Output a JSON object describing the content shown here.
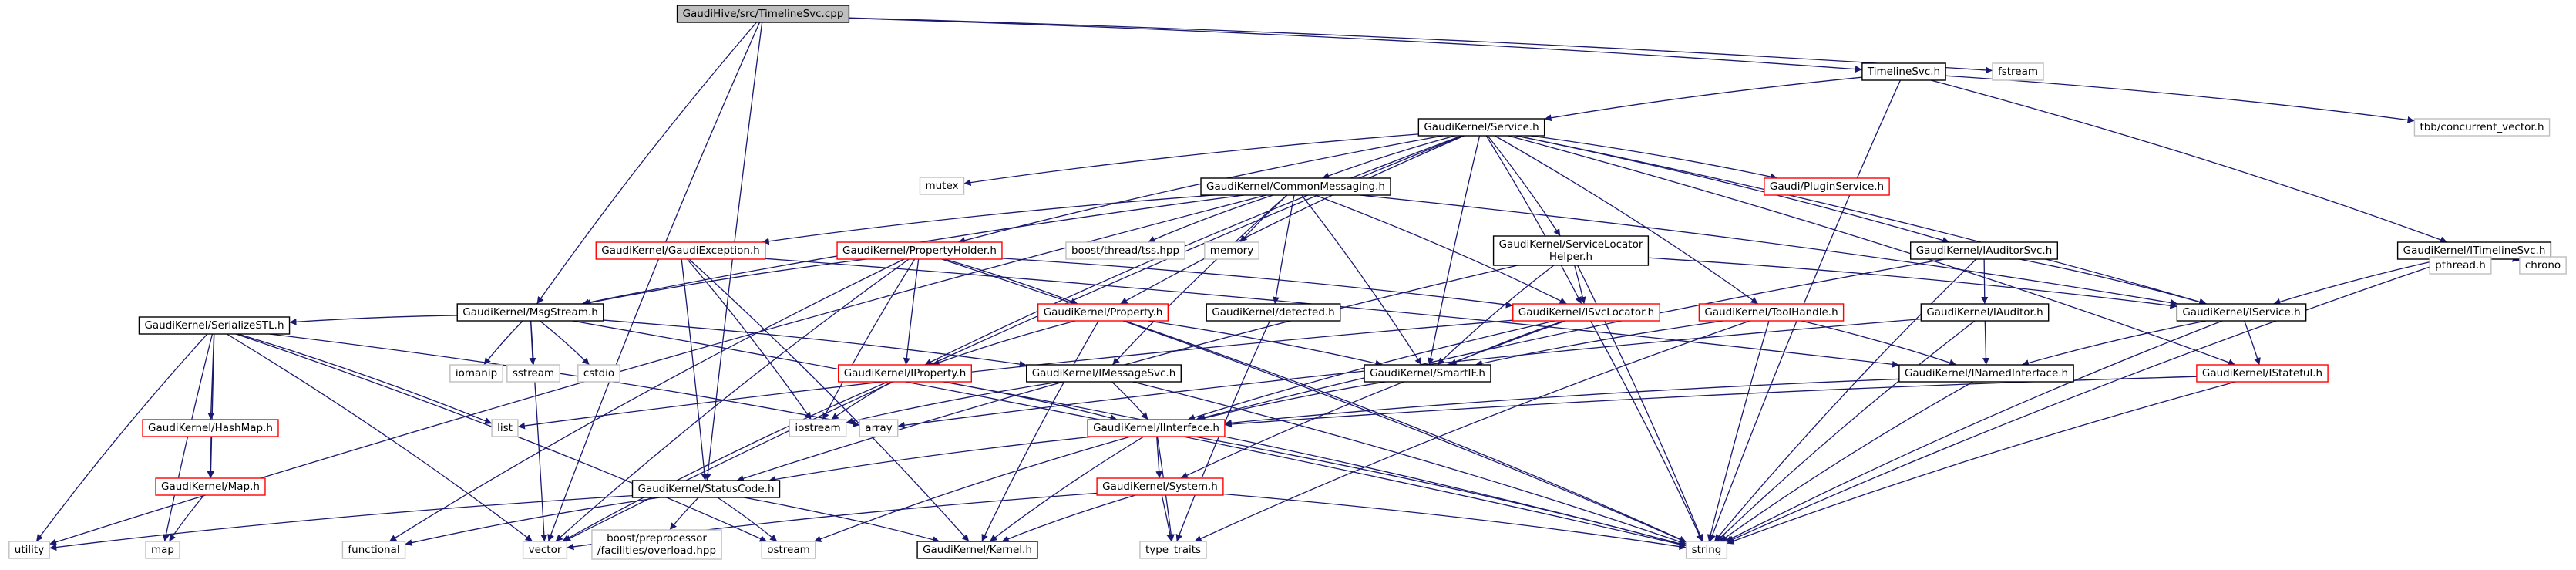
{
  "diagram": {
    "colors": {
      "edge": "#191970",
      "root_fill": "#bfbfbf",
      "node_border": "#000000",
      "incomplete_border": "#ff0000",
      "external_border": "#bfbfbf",
      "text": "#000000"
    },
    "nodes": [
      {
        "id": "root",
        "lines": [
          "GaudiHive/src/TimelineSvc.cpp"
        ],
        "style": "root"
      },
      {
        "id": "timelinesvc_h",
        "lines": [
          "TimelineSvc.h"
        ],
        "style": "normal"
      },
      {
        "id": "fstream",
        "lines": [
          "fstream"
        ],
        "style": "external"
      },
      {
        "id": "service_h",
        "lines": [
          "GaudiKernel/Service.h"
        ],
        "style": "normal"
      },
      {
        "id": "tbb_cv",
        "lines": [
          "tbb/concurrent_vector.h"
        ],
        "style": "external"
      },
      {
        "id": "itimelinesvc_h",
        "lines": [
          "GaudiKernel/ITimelineSvc.h"
        ],
        "style": "normal"
      },
      {
        "id": "mutex",
        "lines": [
          "mutex"
        ],
        "style": "external"
      },
      {
        "id": "commonmessaging_h",
        "lines": [
          "GaudiKernel/CommonMessaging.h"
        ],
        "style": "normal"
      },
      {
        "id": "pluginservice_h",
        "lines": [
          "Gaudi/PluginService.h"
        ],
        "style": "incomplete"
      },
      {
        "id": "boost_tss",
        "lines": [
          "boost/thread/tss.hpp"
        ],
        "style": "external"
      },
      {
        "id": "memory",
        "lines": [
          "memory"
        ],
        "style": "external"
      },
      {
        "id": "gaudiexception_h",
        "lines": [
          "GaudiKernel/GaudiException.h"
        ],
        "style": "incomplete"
      },
      {
        "id": "propertyholder_h",
        "lines": [
          "GaudiKernel/PropertyHolder.h"
        ],
        "style": "incomplete"
      },
      {
        "id": "servicelocatorhelper_h",
        "lines": [
          "GaudiKernel/ServiceLocator",
          "Helper.h"
        ],
        "style": "normal"
      },
      {
        "id": "iauditorsvc_h",
        "lines": [
          "GaudiKernel/IAuditorSvc.h"
        ],
        "style": "normal"
      },
      {
        "id": "pthread",
        "lines": [
          "pthread.h"
        ],
        "style": "external"
      },
      {
        "id": "chrono",
        "lines": [
          "chrono"
        ],
        "style": "external"
      },
      {
        "id": "msgstream_h",
        "lines": [
          "GaudiKernel/MsgStream.h"
        ],
        "style": "normal"
      },
      {
        "id": "property_h",
        "lines": [
          "GaudiKernel/Property.h"
        ],
        "style": "incomplete"
      },
      {
        "id": "detected_h",
        "lines": [
          "GaudiKernel/detected.h"
        ],
        "style": "normal"
      },
      {
        "id": "isvclocator_h",
        "lines": [
          "GaudiKernel/ISvcLocator.h"
        ],
        "style": "incomplete"
      },
      {
        "id": "toolhandle_h",
        "lines": [
          "GaudiKernel/ToolHandle.h"
        ],
        "style": "incomplete"
      },
      {
        "id": "iauditor_h",
        "lines": [
          "GaudiKernel/IAuditor.h"
        ],
        "style": "normal"
      },
      {
        "id": "iservice_h",
        "lines": [
          "GaudiKernel/IService.h"
        ],
        "style": "normal"
      },
      {
        "id": "serializestl_h",
        "lines": [
          "GaudiKernel/SerializeSTL.h"
        ],
        "style": "normal"
      },
      {
        "id": "iomanip",
        "lines": [
          "iomanip"
        ],
        "style": "external"
      },
      {
        "id": "sstream",
        "lines": [
          "sstream"
        ],
        "style": "external"
      },
      {
        "id": "cstdio",
        "lines": [
          "cstdio"
        ],
        "style": "external"
      },
      {
        "id": "iproperty_h",
        "lines": [
          "GaudiKernel/IProperty.h"
        ],
        "style": "incomplete"
      },
      {
        "id": "imessagesvc_h",
        "lines": [
          "GaudiKernel/IMessageSvc.h"
        ],
        "style": "normal"
      },
      {
        "id": "smartif_h",
        "lines": [
          "GaudiKernel/SmartIF.h"
        ],
        "style": "normal"
      },
      {
        "id": "inamedinterface_h",
        "lines": [
          "GaudiKernel/INamedInterface.h"
        ],
        "style": "normal"
      },
      {
        "id": "istateful_h",
        "lines": [
          "GaudiKernel/IStateful.h"
        ],
        "style": "incomplete"
      },
      {
        "id": "hashmap_h",
        "lines": [
          "GaudiKernel/HashMap.h"
        ],
        "style": "incomplete"
      },
      {
        "id": "list",
        "lines": [
          "list"
        ],
        "style": "external"
      },
      {
        "id": "array",
        "lines": [
          "array"
        ],
        "style": "external"
      },
      {
        "id": "iostream",
        "lines": [
          "iostream"
        ],
        "style": "external"
      },
      {
        "id": "iinterface_h",
        "lines": [
          "GaudiKernel/IInterface.h"
        ],
        "style": "incomplete"
      },
      {
        "id": "map_h",
        "lines": [
          "GaudiKernel/Map.h"
        ],
        "style": "incomplete"
      },
      {
        "id": "statuscode_h",
        "lines": [
          "GaudiKernel/StatusCode.h"
        ],
        "style": "normal"
      },
      {
        "id": "system_h",
        "lines": [
          "GaudiKernel/System.h"
        ],
        "style": "incomplete"
      },
      {
        "id": "utility",
        "lines": [
          "utility"
        ],
        "style": "external"
      },
      {
        "id": "map",
        "lines": [
          "map"
        ],
        "style": "external"
      },
      {
        "id": "functional",
        "lines": [
          "functional"
        ],
        "style": "external"
      },
      {
        "id": "vector",
        "lines": [
          "vector"
        ],
        "style": "external"
      },
      {
        "id": "boost_overload",
        "lines": [
          "boost/preprocessor",
          "/facilities/overload.hpp"
        ],
        "style": "external"
      },
      {
        "id": "ostream",
        "lines": [
          "ostream"
        ],
        "style": "external"
      },
      {
        "id": "kernel_h",
        "lines": [
          "GaudiKernel/Kernel.h"
        ],
        "style": "normal"
      },
      {
        "id": "type_traits",
        "lines": [
          "type_traits"
        ],
        "style": "external"
      },
      {
        "id": "string",
        "lines": [
          "string"
        ],
        "style": "external"
      }
    ],
    "edges": [
      [
        "root",
        "timelinesvc_h"
      ],
      [
        "root",
        "fstream"
      ],
      [
        "root",
        "msgstream_h"
      ],
      [
        "root",
        "statuscode_h"
      ],
      [
        "root",
        "vector"
      ],
      [
        "timelinesvc_h",
        "service_h"
      ],
      [
        "timelinesvc_h",
        "tbb_cv"
      ],
      [
        "timelinesvc_h",
        "itimelinesvc_h"
      ],
      [
        "timelinesvc_h",
        "string"
      ],
      [
        "service_h",
        "mutex"
      ],
      [
        "service_h",
        "commonmessaging_h"
      ],
      [
        "service_h",
        "pluginservice_h"
      ],
      [
        "service_h",
        "propertyholder_h"
      ],
      [
        "service_h",
        "property_h"
      ],
      [
        "service_h",
        "iproperty_h"
      ],
      [
        "service_h",
        "servicelocatorhelper_h"
      ],
      [
        "service_h",
        "iauditorsvc_h"
      ],
      [
        "service_h",
        "isvclocator_h"
      ],
      [
        "service_h",
        "toolhandle_h"
      ],
      [
        "service_h",
        "smartif_h"
      ],
      [
        "service_h",
        "iservice_h"
      ],
      [
        "service_h",
        "istateful_h"
      ],
      [
        "service_h",
        "vector"
      ],
      [
        "itimelinesvc_h",
        "iservice_h"
      ],
      [
        "itimelinesvc_h",
        "pthread"
      ],
      [
        "itimelinesvc_h",
        "chrono"
      ],
      [
        "itimelinesvc_h",
        "string"
      ],
      [
        "commonmessaging_h",
        "boost_tss"
      ],
      [
        "commonmessaging_h",
        "memory"
      ],
      [
        "commonmessaging_h",
        "gaudiexception_h"
      ],
      [
        "commonmessaging_h",
        "msgstream_h"
      ],
      [
        "commonmessaging_h",
        "detected_h"
      ],
      [
        "commonmessaging_h",
        "isvclocator_h"
      ],
      [
        "commonmessaging_h",
        "imessagesvc_h"
      ],
      [
        "commonmessaging_h",
        "smartif_h"
      ],
      [
        "commonmessaging_h",
        "iservice_h"
      ],
      [
        "commonmessaging_h",
        "utility"
      ],
      [
        "gaudiexception_h",
        "statuscode_h"
      ],
      [
        "gaudiexception_h",
        "iostream"
      ],
      [
        "gaudiexception_h",
        "kernel_h"
      ],
      [
        "gaudiexception_h",
        "inamedinterface_h"
      ],
      [
        "propertyholder_h",
        "msgstream_h"
      ],
      [
        "propertyholder_h",
        "property_h"
      ],
      [
        "propertyholder_h",
        "iproperty_h"
      ],
      [
        "propertyholder_h",
        "isvclocator_h"
      ],
      [
        "propertyholder_h",
        "iostream"
      ],
      [
        "propertyholder_h",
        "vector"
      ],
      [
        "propertyholder_h",
        "functional"
      ],
      [
        "propertyholder_h",
        "string"
      ],
      [
        "servicelocatorhelper_h",
        "isvclocator_h"
      ],
      [
        "servicelocatorhelper_h",
        "smartif_h"
      ],
      [
        "servicelocatorhelper_h",
        "iservice_h"
      ],
      [
        "servicelocatorhelper_h",
        "statuscode_h"
      ],
      [
        "servicelocatorhelper_h",
        "string"
      ],
      [
        "iauditorsvc_h",
        "iauditor_h"
      ],
      [
        "iauditorsvc_h",
        "iservice_h"
      ],
      [
        "iauditorsvc_h",
        "string"
      ],
      [
        "iauditorsvc_h",
        "iinterface_h"
      ],
      [
        "msgstream_h",
        "serializestl_h"
      ],
      [
        "msgstream_h",
        "iomanip"
      ],
      [
        "msgstream_h",
        "sstream"
      ],
      [
        "msgstream_h",
        "cstdio"
      ],
      [
        "msgstream_h",
        "imessagesvc_h"
      ],
      [
        "msgstream_h",
        "vector"
      ],
      [
        "msgstream_h",
        "string"
      ],
      [
        "property_h",
        "iproperty_h"
      ],
      [
        "property_h",
        "smartif_h"
      ],
      [
        "property_h",
        "kernel_h"
      ],
      [
        "property_h",
        "string"
      ],
      [
        "detected_h",
        "type_traits"
      ],
      [
        "isvclocator_h",
        "smartif_h"
      ],
      [
        "isvclocator_h",
        "iinterface_h"
      ],
      [
        "isvclocator_h",
        "system_h"
      ],
      [
        "isvclocator_h",
        "string"
      ],
      [
        "isvclocator_h",
        "list"
      ],
      [
        "toolhandle_h",
        "inamedinterface_h"
      ],
      [
        "toolhandle_h",
        "smartif_h"
      ],
      [
        "toolhandle_h",
        "string"
      ],
      [
        "toolhandle_h",
        "type_traits"
      ],
      [
        "iauditor_h",
        "inamedinterface_h"
      ],
      [
        "iauditor_h",
        "string"
      ],
      [
        "iauditor_h",
        "array"
      ],
      [
        "iservice_h",
        "inamedinterface_h"
      ],
      [
        "iservice_h",
        "istateful_h"
      ],
      [
        "iservice_h",
        "string"
      ],
      [
        "serializestl_h",
        "hashmap_h"
      ],
      [
        "serializestl_h",
        "map_h"
      ],
      [
        "serializestl_h",
        "list"
      ],
      [
        "serializestl_h",
        "map"
      ],
      [
        "serializestl_h",
        "utility"
      ],
      [
        "serializestl_h",
        "vector"
      ],
      [
        "serializestl_h",
        "ostream"
      ],
      [
        "serializestl_h",
        "array"
      ],
      [
        "iproperty_h",
        "iinterface_h"
      ],
      [
        "iproperty_h",
        "iostream"
      ],
      [
        "iproperty_h",
        "vector"
      ],
      [
        "iproperty_h",
        "string"
      ],
      [
        "imessagesvc_h",
        "iinterface_h"
      ],
      [
        "imessagesvc_h",
        "iostream"
      ],
      [
        "imessagesvc_h",
        "string"
      ],
      [
        "smartif_h",
        "iinterface_h"
      ],
      [
        "inamedinterface_h",
        "iinterface_h"
      ],
      [
        "inamedinterface_h",
        "string"
      ],
      [
        "istateful_h",
        "iinterface_h"
      ],
      [
        "istateful_h",
        "string"
      ],
      [
        "hashmap_h",
        "map_h"
      ],
      [
        "map_h",
        "map"
      ],
      [
        "iinterface_h",
        "statuscode_h"
      ],
      [
        "iinterface_h",
        "system_h"
      ],
      [
        "iinterface_h",
        "kernel_h"
      ],
      [
        "iinterface_h",
        "ostream"
      ],
      [
        "iinterface_h",
        "type_traits"
      ],
      [
        "iinterface_h",
        "string"
      ],
      [
        "statuscode_h",
        "boost_overload"
      ],
      [
        "statuscode_h",
        "ostream"
      ],
      [
        "statuscode_h",
        "utility"
      ],
      [
        "statuscode_h",
        "functional"
      ],
      [
        "statuscode_h",
        "kernel_h"
      ],
      [
        "system_h",
        "kernel_h"
      ],
      [
        "system_h",
        "vector"
      ],
      [
        "system_h",
        "type_traits"
      ],
      [
        "system_h",
        "string"
      ]
    ]
  }
}
